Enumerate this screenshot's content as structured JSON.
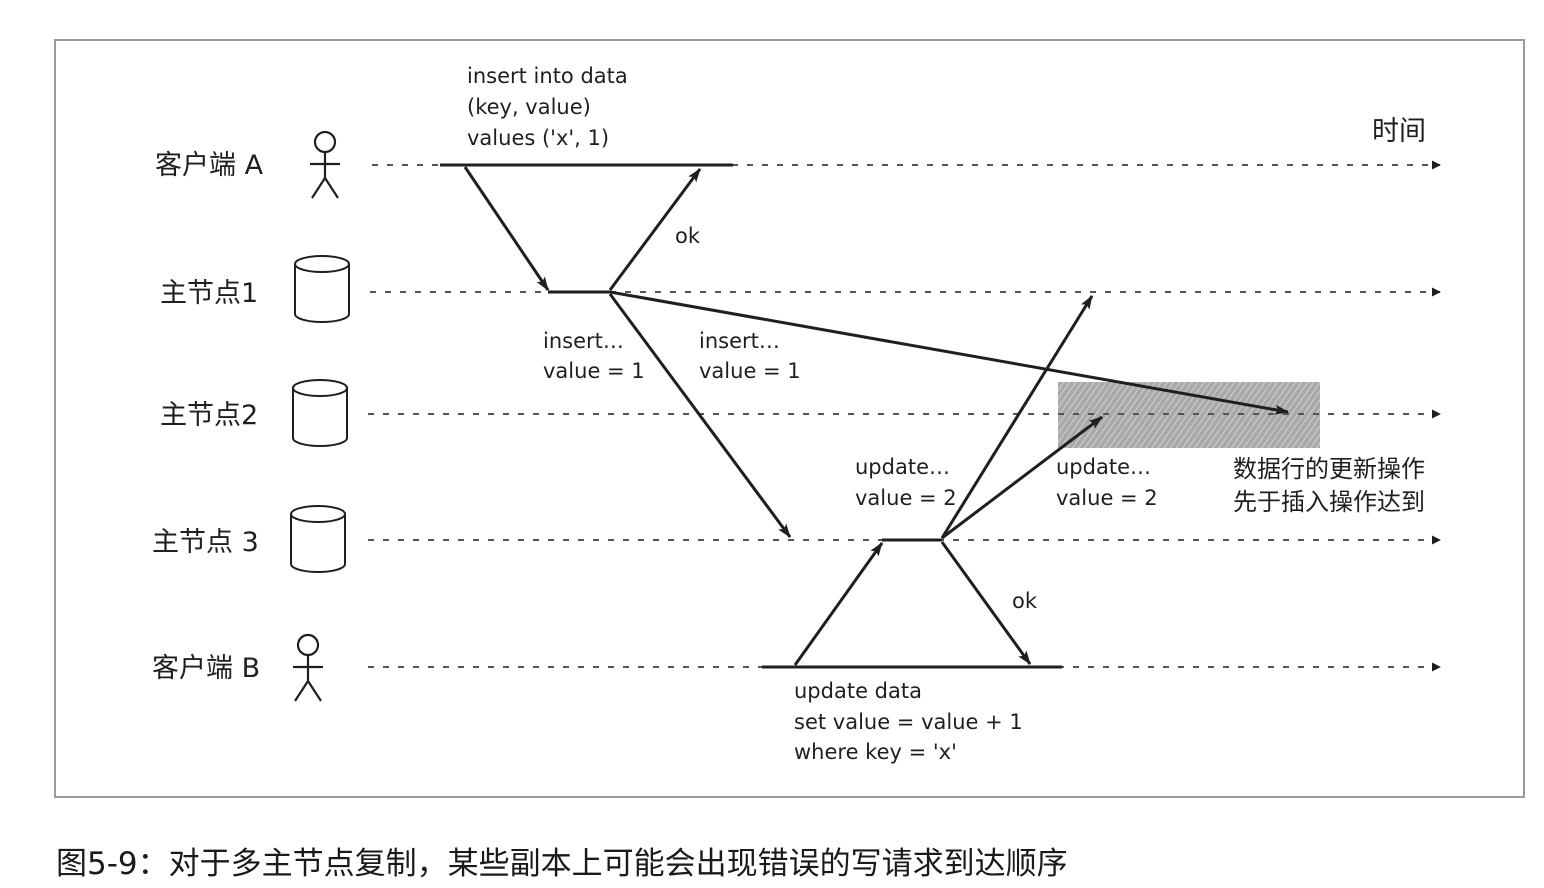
{
  "time_label": "时间",
  "lanes": [
    {
      "key": "client_a",
      "label": "客户端 A",
      "icon": "person-icon"
    },
    {
      "key": "leader_1",
      "label": "主节点1",
      "icon": "database-icon"
    },
    {
      "key": "leader_2",
      "label": "主节点2",
      "icon": "database-icon"
    },
    {
      "key": "leader_3",
      "label": "主节点 3",
      "icon": "database-icon"
    },
    {
      "key": "client_b",
      "label": "客户端 B",
      "icon": "person-icon"
    }
  ],
  "messages": {
    "client_a_insert": [
      "insert into data",
      "(key, value)",
      "values ('x', 1)"
    ],
    "leader1_ok": "ok",
    "leader1_to_leader3": [
      "insert…",
      "value = 1"
    ],
    "leader1_to_leader2": [
      "insert…",
      "value = 1"
    ],
    "leader3_to_leader1": [
      "update…",
      "value = 2"
    ],
    "leader3_to_leader2": [
      "update…",
      "value = 2"
    ],
    "leader3_ok": "ok",
    "client_b_update": [
      "update data",
      "set value = value + 1",
      "where key = 'x'"
    ]
  },
  "note": [
    "数据行的更新操作",
    "先于插入操作达到"
  ],
  "caption": "图5-9：对于多主节点复制，某些副本上可能会出现错误的写请求到达顺序",
  "colors": {
    "line": "#1f1f1f",
    "dashed": "#555555",
    "highlight": "#a6a6a6",
    "frame": "#9a9a9a"
  }
}
